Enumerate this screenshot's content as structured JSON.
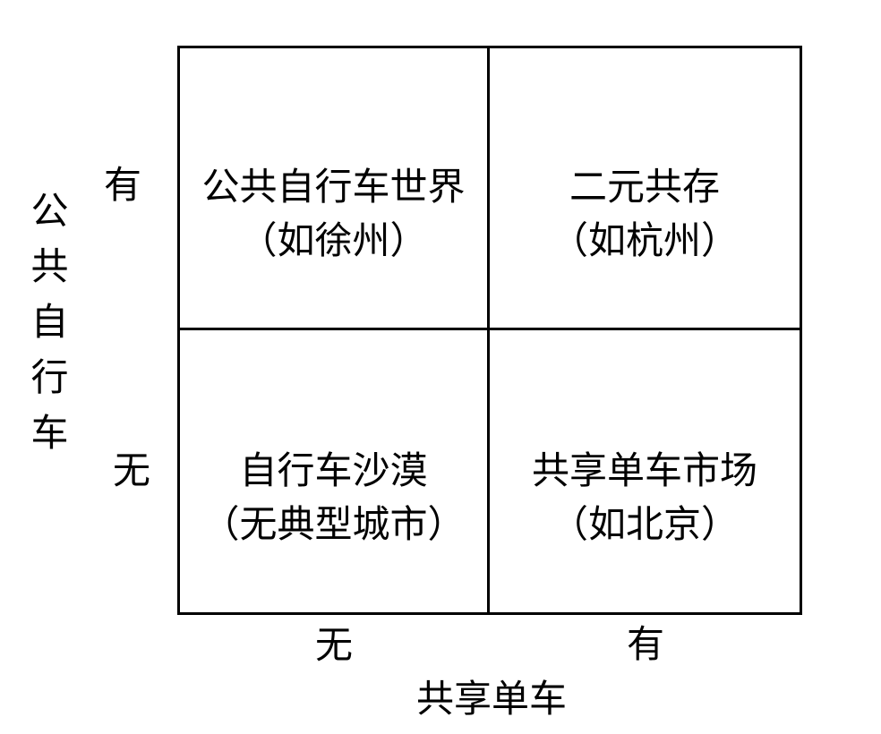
{
  "diagram": {
    "background_color": "#ffffff",
    "line_color": "#000000",
    "text_color": "#000000",
    "y_axis": {
      "title": "公共自行车",
      "labels": {
        "top": "有",
        "bottom": "无"
      }
    },
    "x_axis": {
      "title": "共享单车",
      "labels": {
        "left": "无",
        "right": "有"
      }
    },
    "quadrants": {
      "top_left": {
        "title": "公共自行车世界",
        "subtitle": "（如徐州）"
      },
      "top_right": {
        "title": "二元共存",
        "subtitle": "（如杭州）"
      },
      "bottom_left": {
        "title": "自行车沙漠",
        "subtitle": "（无典型城市）"
      },
      "bottom_right": {
        "title": "共享单车市场",
        "subtitle": "（如北京）"
      }
    }
  }
}
